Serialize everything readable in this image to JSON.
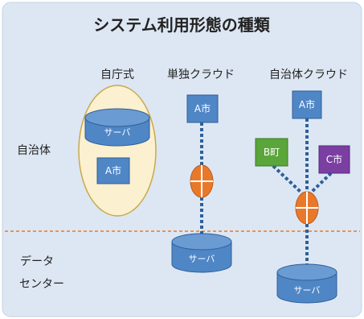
{
  "title": "システム利用形態の種類",
  "columns": {
    "self_hosted": "自庁式",
    "single_cloud": "単独クラウド",
    "municipal_cloud": "自治体クラウド"
  },
  "rows": {
    "municipality": "自治体",
    "datacenter_line1": "データ",
    "datacenter_line2": "センター"
  },
  "nodes": {
    "self_server": "サーバ",
    "self_city": "A市",
    "single_city": "A市",
    "single_server": "サーバ",
    "muni_city_a": "A市",
    "muni_town_b": "B町",
    "muni_city_c": "C市",
    "muni_server": "サーバ"
  },
  "colors": {
    "panel_bg": "#dde7f3",
    "server_fill": "#4f86c6",
    "box_fill": "#4f86c6",
    "town_b_fill": "#5aa63a",
    "city_c_fill": "#7a3fa1",
    "connector_fill": "#e8792b",
    "self_oval_fill": "#fbf0cf",
    "self_oval_stroke": "#c9a94a",
    "divider": "#e8792b",
    "link": "#2e5f99"
  }
}
